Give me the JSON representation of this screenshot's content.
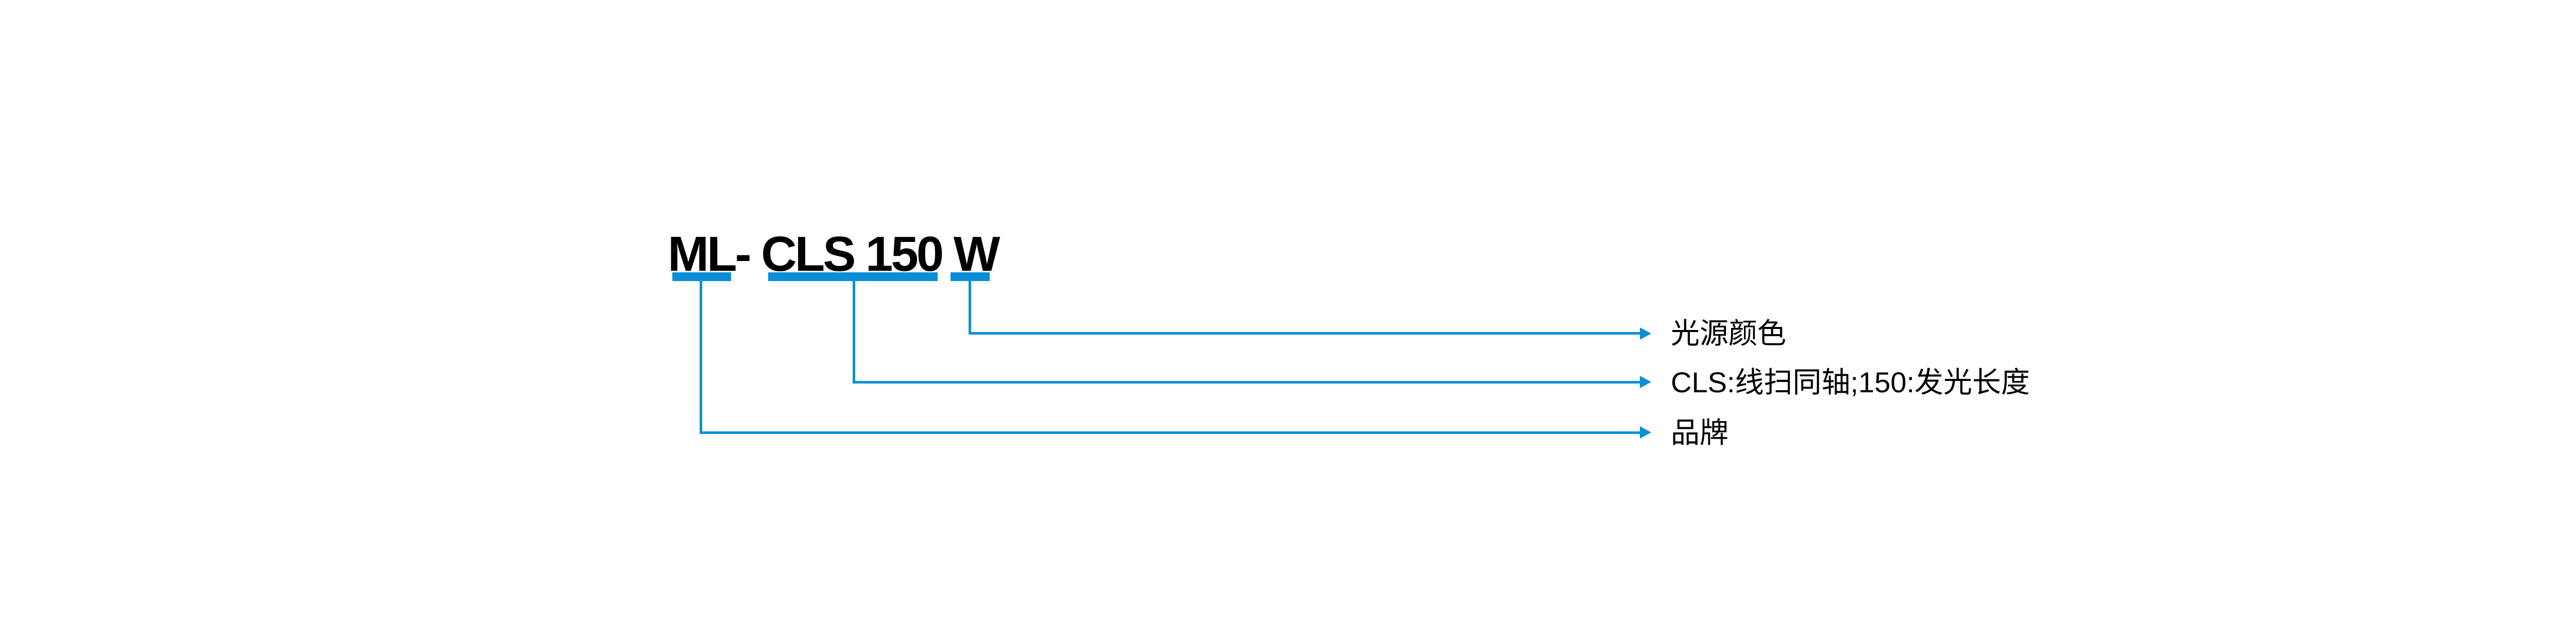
{
  "colors": {
    "accent_blue": "#0a8fd6",
    "text_black": "#000000",
    "background": "#ffffff"
  },
  "model_code": {
    "full_label": "ML- CLS 150 W",
    "segments": [
      {
        "code": "ML-",
        "meaning": "品牌"
      },
      {
        "code": "CLS 150",
        "meaning": "CLS:线扫同轴;150:发光长度"
      },
      {
        "code": "W",
        "meaning": "光源颜色"
      }
    ]
  },
  "annotations": [
    {
      "id": "light-source-color",
      "label": "光源颜色"
    },
    {
      "id": "series-and-length",
      "label": "CLS:线扫同轴;150:发光长度"
    },
    {
      "id": "brand",
      "label": "品牌"
    }
  ]
}
